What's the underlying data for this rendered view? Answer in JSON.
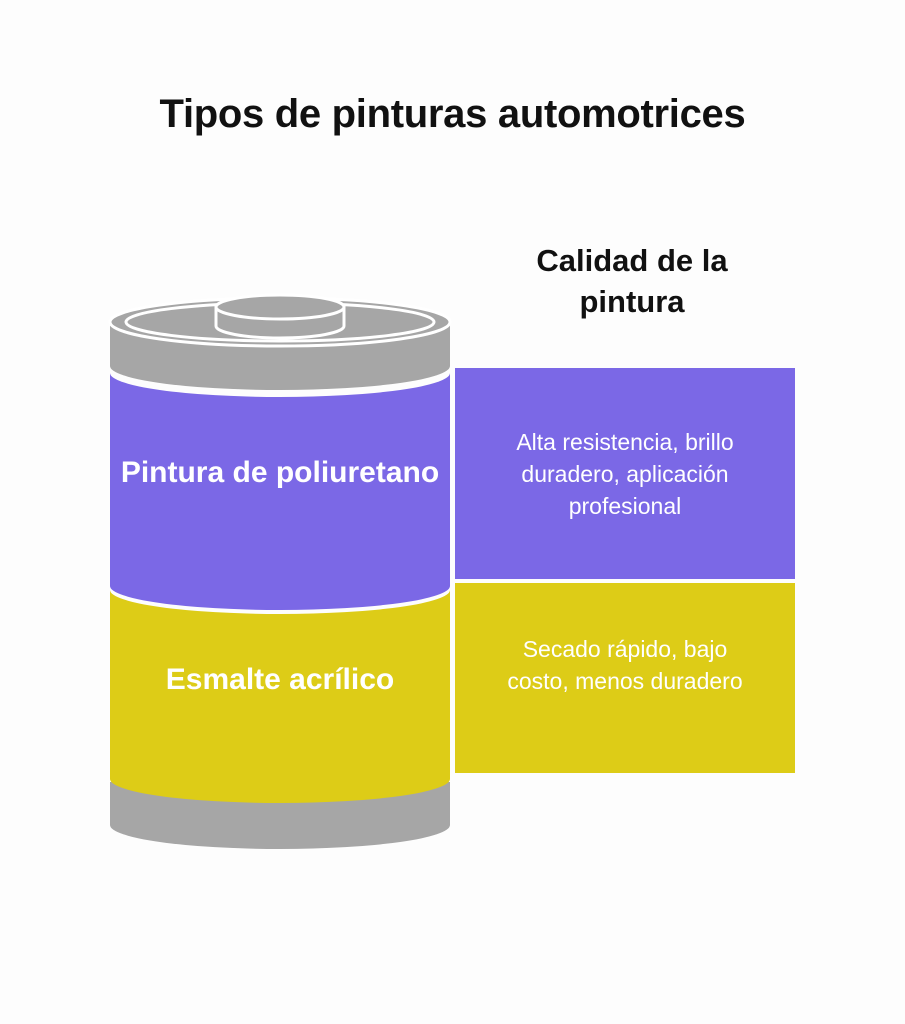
{
  "title": "Tipos de pinturas automotrices",
  "column_header": "Calidad de la pintura",
  "layers": [
    {
      "label": "Pintura de poliuretano",
      "description": "Alta resistencia, brillo duradero, aplicación profesional",
      "color": "#7b68e6"
    },
    {
      "label": "Esmalte acrílico",
      "description": "Secado rápido, bajo costo, menos duradero",
      "color": "#ddcc17"
    }
  ],
  "cap_color": "#a6a6a6"
}
